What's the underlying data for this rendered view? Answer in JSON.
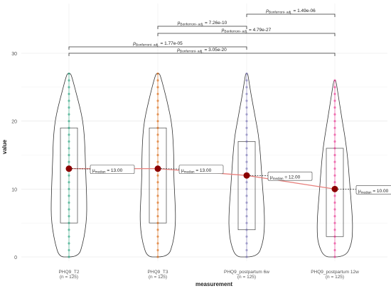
{
  "chart_data": {
    "type": "violin",
    "xlabel": "measurement",
    "ylabel": "value",
    "ylim": [
      -0.5,
      31
    ],
    "yticks": [
      0,
      10,
      20,
      30
    ],
    "grid": true,
    "mean_line_color": "#e8807d",
    "median_point_color": "#8b0000",
    "groups": [
      {
        "label": "PHQ9_T2",
        "n_label": "(n = 125)",
        "color": "#1b9e77",
        "median": 13,
        "q1": 5,
        "q3": 19,
        "min": 0,
        "max": 27,
        "median_label": "= 13.00",
        "violin": [
          [
            0,
            0.55
          ],
          [
            2,
            0.78
          ],
          [
            4,
            0.92
          ],
          [
            6,
            1.0
          ],
          [
            8,
            1.0
          ],
          [
            10,
            0.98
          ],
          [
            12,
            0.95
          ],
          [
            14,
            0.92
          ],
          [
            16,
            0.9
          ],
          [
            18,
            0.86
          ],
          [
            20,
            0.78
          ],
          [
            22,
            0.62
          ],
          [
            24,
            0.42
          ],
          [
            26,
            0.22
          ],
          [
            27,
            0.1
          ]
        ],
        "dots": [
          0,
          1,
          2,
          3,
          4,
          5,
          6,
          7,
          8,
          9,
          10,
          11,
          12,
          13,
          14,
          15,
          16,
          17,
          18,
          19,
          20,
          21,
          22,
          23,
          24,
          25,
          26,
          27
        ]
      },
      {
        "label": "PHQ9_T3",
        "n_label": "(n = 125)",
        "color": "#d95f02",
        "median": 13,
        "q1": 5,
        "q3": 19,
        "min": 0,
        "max": 27,
        "median_label": "= 13.00",
        "violin": [
          [
            0,
            0.6
          ],
          [
            2,
            0.85
          ],
          [
            4,
            0.97
          ],
          [
            6,
            1.0
          ],
          [
            8,
            0.97
          ],
          [
            10,
            0.93
          ],
          [
            12,
            0.9
          ],
          [
            14,
            0.9
          ],
          [
            16,
            0.88
          ],
          [
            18,
            0.84
          ],
          [
            20,
            0.76
          ],
          [
            22,
            0.6
          ],
          [
            24,
            0.42
          ],
          [
            26,
            0.22
          ],
          [
            27,
            0.1
          ]
        ],
        "dots": [
          0,
          1,
          2,
          3,
          4,
          5,
          6,
          7,
          8,
          9,
          10,
          11,
          12,
          13,
          14,
          15,
          16,
          17,
          18,
          19,
          20,
          21,
          22,
          23,
          24,
          25,
          26,
          27
        ]
      },
      {
        "label": "PHQ9_postpartum 6w",
        "n_label": "(n = 125)",
        "color": "#7570b3",
        "median": 12,
        "q1": 4,
        "q3": 17,
        "min": 0,
        "max": 27,
        "median_label": "= 12.00",
        "violin": [
          [
            0,
            0.62
          ],
          [
            2,
            0.9
          ],
          [
            4,
            1.0
          ],
          [
            6,
            1.0
          ],
          [
            8,
            0.96
          ],
          [
            10,
            0.9
          ],
          [
            12,
            0.85
          ],
          [
            14,
            0.8
          ],
          [
            16,
            0.74
          ],
          [
            18,
            0.66
          ],
          [
            20,
            0.52
          ],
          [
            22,
            0.38
          ],
          [
            24,
            0.24
          ],
          [
            26,
            0.12
          ],
          [
            27,
            0.06
          ]
        ],
        "dots": [
          0,
          1,
          2,
          3,
          4,
          5,
          6,
          7,
          8,
          9,
          10,
          11,
          12,
          13,
          14,
          15,
          16,
          17,
          18,
          19,
          20,
          21,
          22,
          23,
          24,
          25,
          26,
          27
        ]
      },
      {
        "label": "PHQ9_postpartum 12w",
        "n_label": "(n = 125)",
        "color": "#e7298a",
        "median": 10,
        "q1": 3,
        "q3": 16,
        "min": 0,
        "max": 26,
        "median_label": "= 10.00",
        "violin": [
          [
            0,
            0.62
          ],
          [
            2,
            0.95
          ],
          [
            4,
            1.0
          ],
          [
            6,
            0.98
          ],
          [
            8,
            0.92
          ],
          [
            10,
            0.86
          ],
          [
            12,
            0.8
          ],
          [
            14,
            0.74
          ],
          [
            16,
            0.66
          ],
          [
            18,
            0.55
          ],
          [
            20,
            0.42
          ],
          [
            22,
            0.3
          ],
          [
            24,
            0.18
          ],
          [
            26,
            0.06
          ]
        ],
        "dots": [
          0,
          1,
          2,
          3,
          4,
          5,
          6,
          7,
          8,
          9,
          10,
          11,
          12,
          13,
          14,
          15,
          16,
          17,
          18,
          19,
          20,
          21,
          22,
          23,
          24,
          25,
          26
        ]
      }
    ],
    "comparisons": [
      {
        "from": 3,
        "to": 4,
        "label": "= 1.49e-06",
        "level": 5
      },
      {
        "from": 2,
        "to": 3,
        "label": "= 7.26e-10",
        "level": 4
      },
      {
        "from": 2,
        "to": 4,
        "label": "= 4.79e-27",
        "level": 3
      },
      {
        "from": 1,
        "to": 3,
        "label": "= 1.77e-05",
        "level": 2
      },
      {
        "from": 1,
        "to": 4,
        "label": "= 3.05e-20",
        "level": 1
      }
    ],
    "p_symbol": "p",
    "p_subscript": "Bonferroni- adj.",
    "median_symbol": "μ",
    "median_subscript": "median"
  }
}
